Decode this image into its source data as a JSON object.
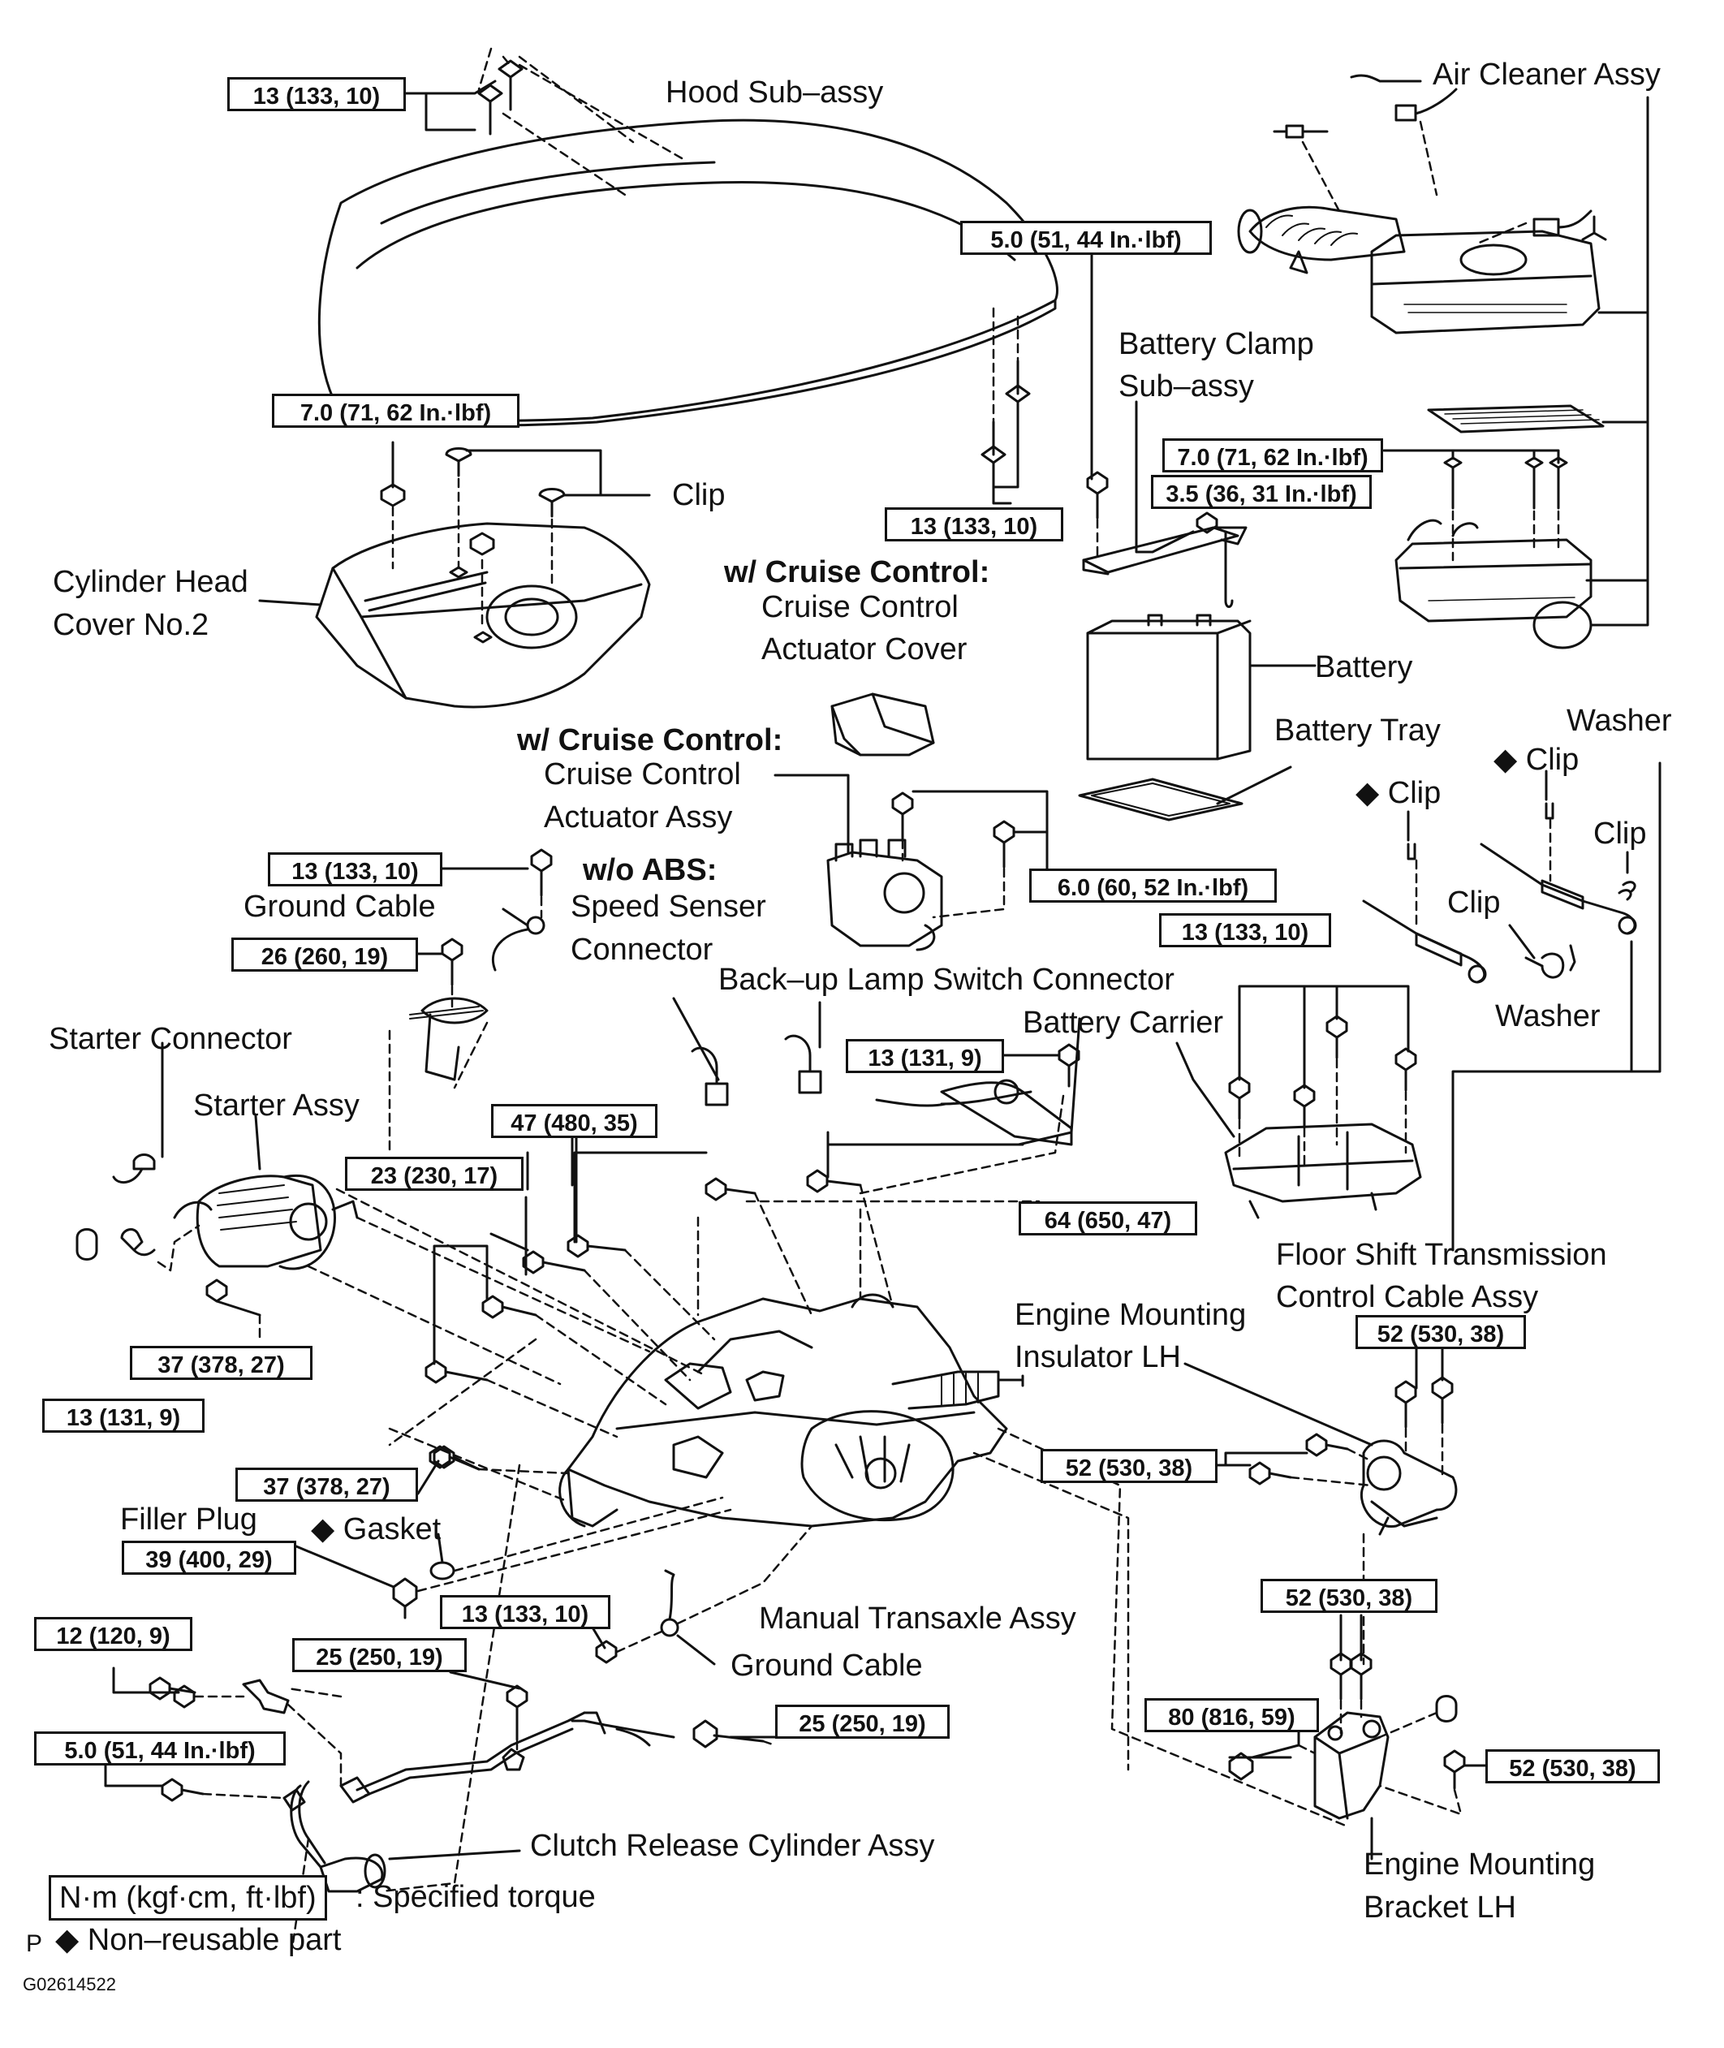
{
  "labels": {
    "hood": "Hood Sub–assy",
    "air_cleaner": "Air Cleaner Assy",
    "battery_clamp_1": "Battery Clamp",
    "battery_clamp_2": "Sub–assy",
    "clip_1": "Clip",
    "cyl_head_1": "Cylinder Head",
    "cyl_head_2": "Cover No.2",
    "cruise1_head": "w/ Cruise Control:",
    "cruise1_line1": "Cruise  Control",
    "cruise1_line2": "Actuator Cover",
    "battery": "Battery",
    "battery_tray": "Battery Tray",
    "washer_top": "Washer",
    "clip_diamond_right": "◆ Clip",
    "clip_diamond_left": "◆ Clip",
    "clip_right": "Clip",
    "clip_mid": "Clip",
    "washer_bottom": "Washer",
    "cruise2_head": "w/ Cruise Control:",
    "cruise2_line1": "Cruise  Control",
    "cruise2_line2": "Actuator Assy",
    "ground_cable_top": "Ground Cable",
    "wo_abs": "w/o ABS:",
    "speed_1": "Speed Senser",
    "speed_2": "Connector",
    "backup_lamp": "Back–up Lamp Switch Connector",
    "battery_carrier": "Battery Carrier",
    "starter_connector": "Starter Connector",
    "starter_assy": "Starter Assy",
    "floor_shift_1": "Floor Shift Transmission",
    "floor_shift_2": "Control Cable Assy",
    "eng_mount_ins_1": "Engine Mounting",
    "eng_mount_ins_2": "Insulator LH",
    "filler_plug": "Filler Plug",
    "gasket": "◆ Gasket",
    "manual_transaxle": "Manual Transaxle Assy",
    "ground_cable_bottom": "Ground Cable",
    "clutch_release": "Clutch Release Cylinder Assy",
    "eng_mount_bracket_1": "Engine Mounting",
    "eng_mount_bracket_2": "Bracket LH"
  },
  "torque": {
    "t_hood_bolt": "13 (133, 10)",
    "t_battery_clamp": "5.0 (51, 44 In.·lbf)",
    "t_head_cover": "7.0 (71, 62 In.·lbf)",
    "t_air_cleaner": "7.0 (71, 62 In.·lbf)",
    "t_clamp_35": "3.5 (36, 31 In.·lbf)",
    "t_hood_hinge": "13 (133, 10)",
    "t_ground_top": "13 (133, 10)",
    "t_ground_26": "26 (260, 19)",
    "t_actuator": "6.0 (60, 52 In.·lbf)",
    "t_carrier": "13 (133, 10)",
    "t_backup": "13 (131, 9)",
    "t_47": "47 (480, 35)",
    "t_23": "23 (230, 17)",
    "t_64": "64 (650, 47)",
    "t_37_starter": "37 (378, 27)",
    "t_13_starter": "13 (131, 9)",
    "t_52_top": "52 (530, 38)",
    "t_52_left": "52 (530, 38)",
    "t_37_lower": "37 (378, 27)",
    "t_39": "39 (400, 29)",
    "t_13_ground": "13 (133, 10)",
    "t_12": "12 (120, 9)",
    "t_25_left": "25 (250, 19)",
    "t_25_right": "25 (250, 19)",
    "t_52_mid": "52 (530, 38)",
    "t_80": "80 (816, 59)",
    "t_52_right": "52 (530, 38)",
    "t_5_clutch": "5.0 (51, 44 In.·lbf)"
  },
  "legend": {
    "torque_box": "N·m (kgf·cm, ft·lbf)",
    "torque_text": ": Specified torque",
    "p_mark": "P",
    "nonreusable": "◆ Non–reusable part"
  },
  "figure_id": "G02614522"
}
